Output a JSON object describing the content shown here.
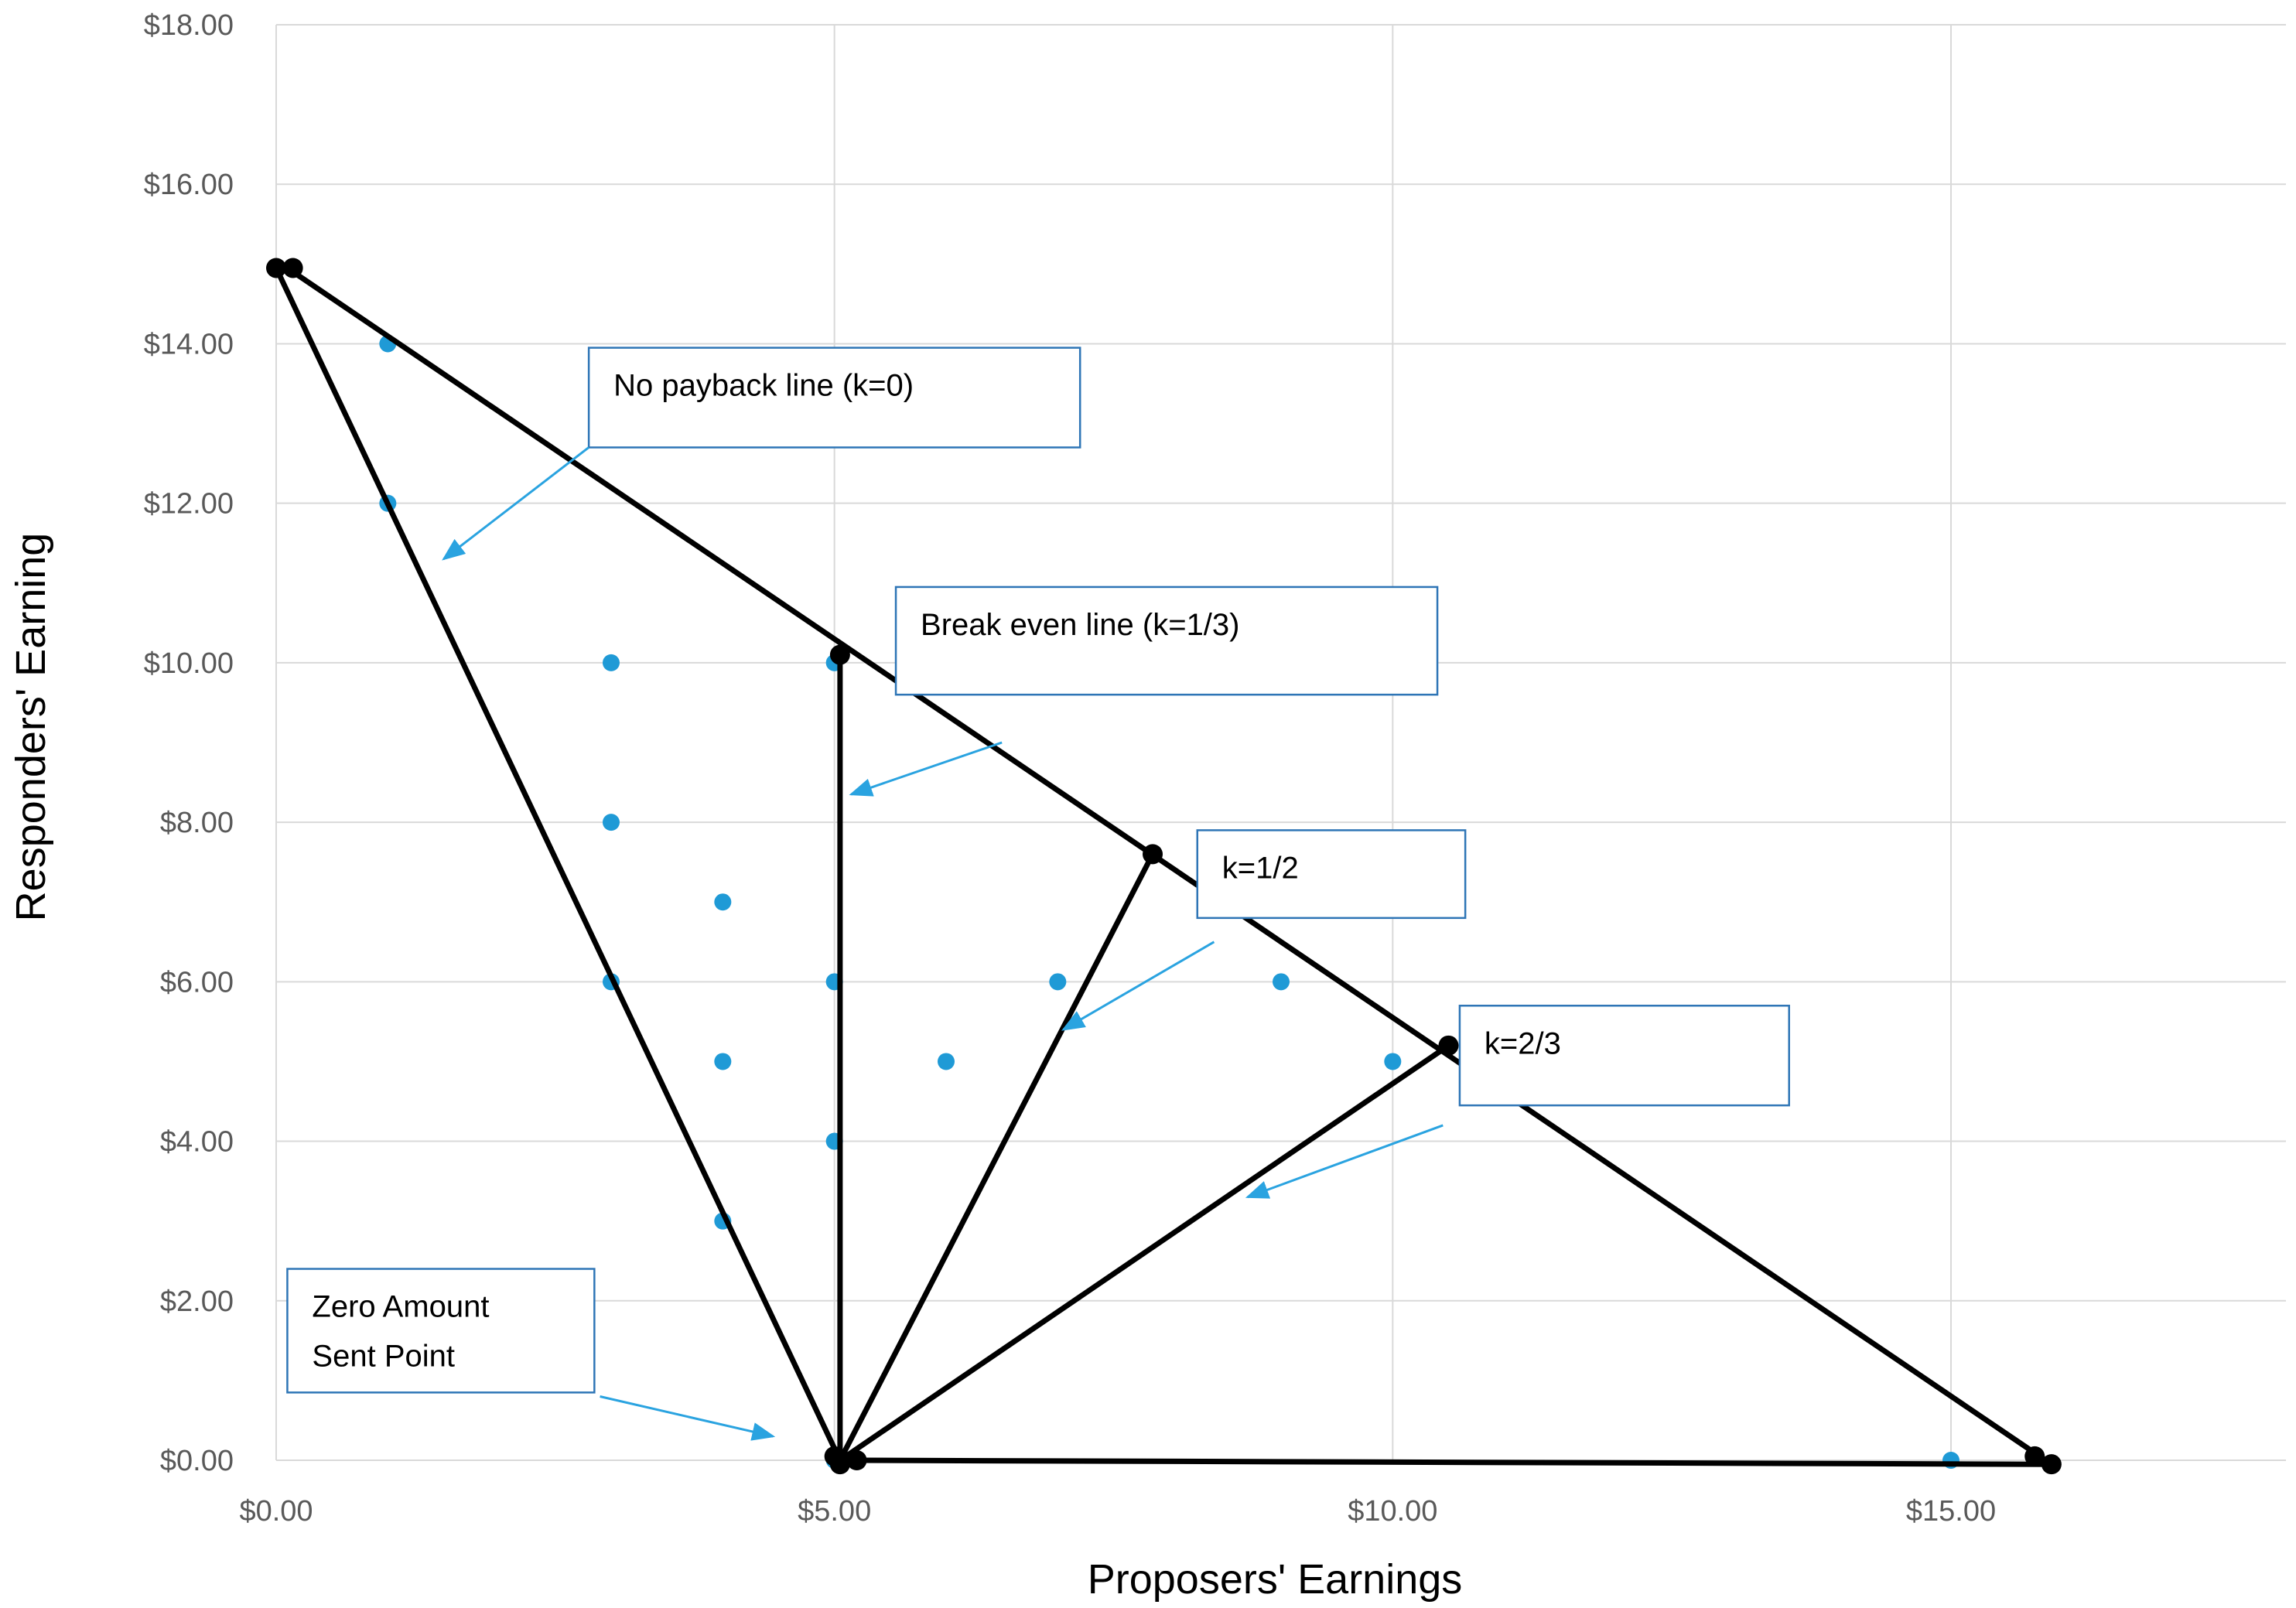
{
  "chart_data": {
    "type": "scatter",
    "xlabel": "Proposers' Earnings",
    "ylabel": "Responders' Earning",
    "xlim": [
      0,
      18
    ],
    "ylim": [
      0,
      18
    ],
    "x_ticks": [
      "$0.00",
      "$5.00",
      "$10.00",
      "$15.00"
    ],
    "x_tick_values": [
      0,
      5,
      10,
      15
    ],
    "y_ticks": [
      "$0.00",
      "$2.00",
      "$4.00",
      "$6.00",
      "$8.00",
      "$10.00",
      "$12.00",
      "$14.00",
      "$16.00",
      "$18.00"
    ],
    "y_tick_values": [
      0,
      2,
      4,
      6,
      8,
      10,
      12,
      14,
      16,
      18
    ],
    "grid": true,
    "legend": "none",
    "scatter_points": {
      "color": "#1f9ad6",
      "points": [
        {
          "x": 1,
          "y": 14
        },
        {
          "x": 1,
          "y": 12
        },
        {
          "x": 3,
          "y": 10
        },
        {
          "x": 3,
          "y": 8
        },
        {
          "x": 3,
          "y": 6
        },
        {
          "x": 4,
          "y": 7
        },
        {
          "x": 4,
          "y": 5
        },
        {
          "x": 4,
          "y": 3
        },
        {
          "x": 5,
          "y": 10
        },
        {
          "x": 5,
          "y": 6
        },
        {
          "x": 5,
          "y": 4
        },
        {
          "x": 5,
          "y": 0
        },
        {
          "x": 6,
          "y": 5
        },
        {
          "x": 7,
          "y": 6
        },
        {
          "x": 9,
          "y": 6
        },
        {
          "x": 10,
          "y": 5
        },
        {
          "x": 15,
          "y": 0
        }
      ]
    },
    "lines": [
      {
        "color": "#000000",
        "points": [
          {
            "x": 0.1,
            "y": 14.95
          },
          {
            "x": 15.9,
            "y": -0.05
          }
        ]
      },
      {
        "color": "#000000",
        "points": [
          {
            "x": 0,
            "y": 14.95
          },
          {
            "x": 5.05,
            "y": 0
          }
        ]
      },
      {
        "color": "#000000",
        "points": [
          {
            "x": 5.05,
            "y": 10.1
          },
          {
            "x": 5.05,
            "y": 0
          }
        ]
      },
      {
        "color": "#000000",
        "points": [
          {
            "x": 7.85,
            "y": 7.6
          },
          {
            "x": 5.05,
            "y": 0
          }
        ]
      },
      {
        "color": "#000000",
        "points": [
          {
            "x": 10.5,
            "y": 5.2
          },
          {
            "x": 5.05,
            "y": 0
          }
        ]
      },
      {
        "color": "#000000",
        "points": [
          {
            "x": 5.15,
            "y": 0
          },
          {
            "x": 15.9,
            "y": -0.05
          }
        ]
      }
    ],
    "markers": {
      "color": "#000000",
      "points": [
        {
          "x": 0,
          "y": 14.95
        },
        {
          "x": 0.15,
          "y": 14.95
        },
        {
          "x": 5.05,
          "y": 10.1
        },
        {
          "x": 7.85,
          "y": 7.6
        },
        {
          "x": 10.5,
          "y": 5.2
        },
        {
          "x": 5.0,
          "y": 0.05
        },
        {
          "x": 5.05,
          "y": -0.05
        },
        {
          "x": 5.2,
          "y": 0
        },
        {
          "x": 15.75,
          "y": 0.05
        },
        {
          "x": 15.9,
          "y": -0.05
        }
      ]
    },
    "annotations": [
      {
        "lines": [
          "No payback line (k=0)"
        ],
        "box": {
          "x0": 2.8,
          "y1": 13.95,
          "x1": 7.2,
          "y0": 12.7
        },
        "arrow": {
          "from": {
            "x": 2.8,
            "y": 12.7
          },
          "to": {
            "x": 1.5,
            "y": 11.3
          }
        }
      },
      {
        "lines": [
          "Break even line (k=1/3)"
        ],
        "box": {
          "x0": 5.55,
          "y1": 10.95,
          "x1": 10.4,
          "y0": 9.6
        },
        "arrow": {
          "from": {
            "x": 6.5,
            "y": 9.0
          },
          "to": {
            "x": 5.15,
            "y": 8.35
          }
        }
      },
      {
        "lines": [
          "k=1/2"
        ],
        "box": {
          "x0": 8.25,
          "y1": 7.9,
          "x1": 10.65,
          "y0": 6.8
        },
        "arrow": {
          "from": {
            "x": 8.4,
            "y": 6.5
          },
          "to": {
            "x": 7.05,
            "y": 5.4
          }
        }
      },
      {
        "lines": [
          "k=2/3"
        ],
        "box": {
          "x0": 10.6,
          "y1": 5.7,
          "x1": 13.55,
          "y0": 4.45
        },
        "arrow": {
          "from": {
            "x": 10.45,
            "y": 4.2
          },
          "to": {
            "x": 8.7,
            "y": 3.3
          }
        }
      },
      {
        "lines": [
          "Zero Amount",
          "Sent Point"
        ],
        "box": {
          "x0": 0.1,
          "y1": 2.4,
          "x1": 2.85,
          "y0": 0.85
        },
        "arrow": {
          "from": {
            "x": 2.9,
            "y": 0.8
          },
          "to": {
            "x": 4.45,
            "y": 0.3
          }
        }
      }
    ]
  }
}
